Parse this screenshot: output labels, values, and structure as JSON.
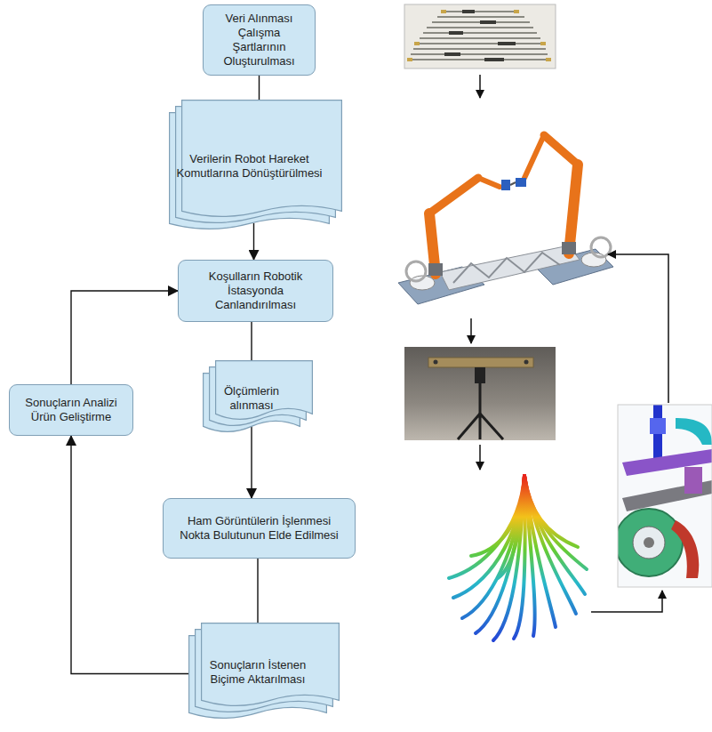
{
  "diagram": {
    "nodes": [
      {
        "text": [
          "Veri Alınması Çalışma Şartlarının Oluşturulması"
        ]
      },
      {
        "text": [
          "Verilerin Robot Hareket Komutlarına Dönüştürülmesi"
        ]
      },
      {
        "text": [
          "Koşulların Robotik İstasyonda Canlandırılması"
        ]
      },
      {
        "text": [
          "Ölçümlerin alınması"
        ]
      },
      {
        "text": [
          "Ham Görüntülerin İşlenmesi Nokta Bulutunun Elde Edilmesi"
        ]
      },
      {
        "text": [
          "Sonuçların İstenen Biçime Aktarılması"
        ]
      },
      {
        "text": [
          "Sonuçların Analizi Ürün Geliştirme"
        ]
      }
    ],
    "edges": [
      {
        "from": 0,
        "to": 1,
        "arrow": "to"
      },
      {
        "from": 1,
        "to": 2,
        "arrow": "to"
      },
      {
        "from": 2,
        "to": 3,
        "arrow": "to"
      },
      {
        "from": 3,
        "to": 4,
        "arrow": "to"
      },
      {
        "from": 4,
        "to": 5,
        "arrow": "to"
      },
      {
        "from": 5,
        "to": 6,
        "arrow": "to"
      },
      {
        "from": 6,
        "to": 2,
        "arrow": "to"
      }
    ]
  }
}
